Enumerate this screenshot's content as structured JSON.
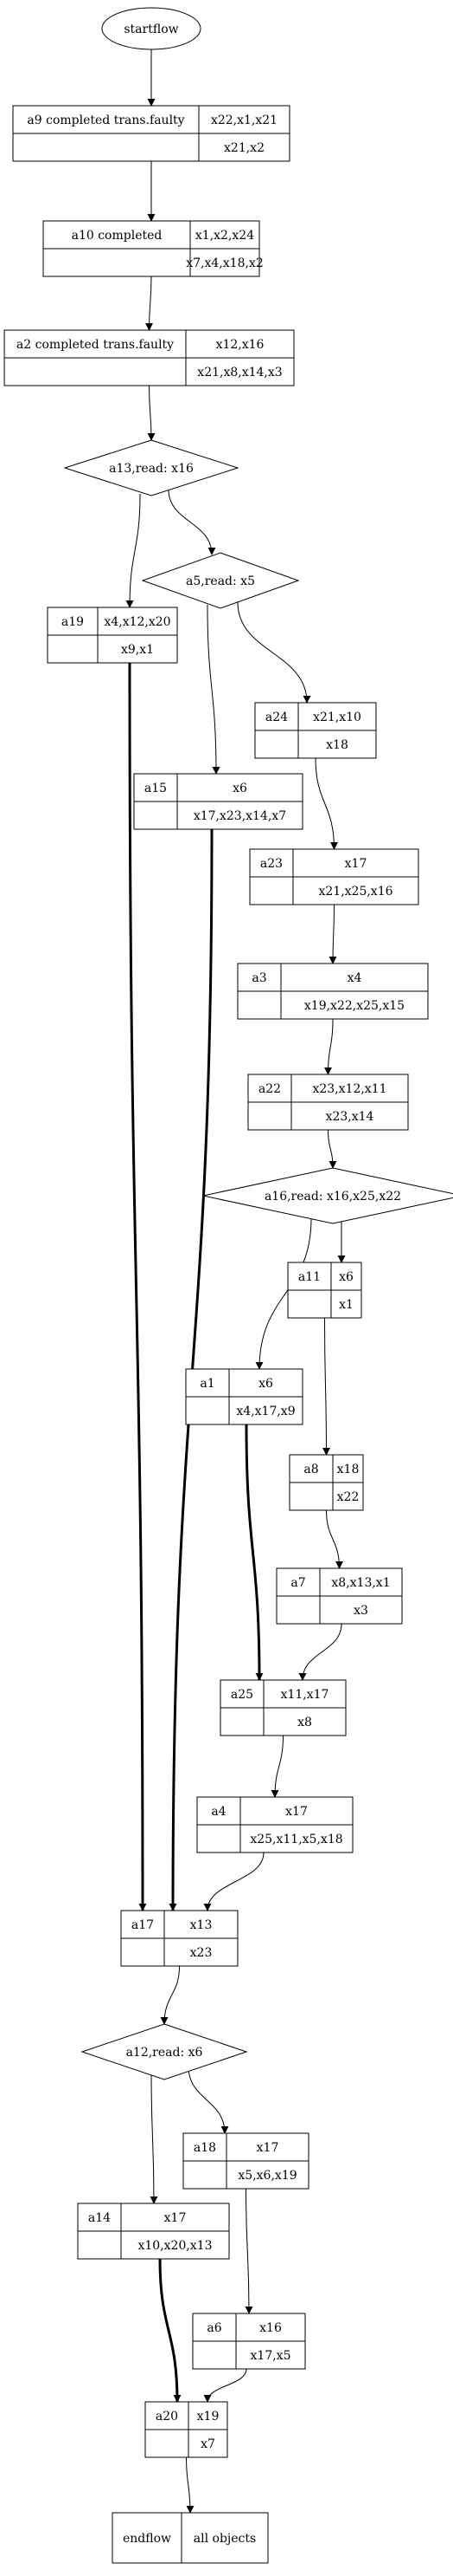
{
  "start": {
    "label": "startflow"
  },
  "end": {
    "name": "endflow",
    "objects": "all objects"
  },
  "records": [
    {
      "id": "a9",
      "name": "a9 completed trans.faulty",
      "top": "x22,x1,x21",
      "bottom": "x21,x2"
    },
    {
      "id": "a10",
      "name": "a10 completed",
      "top": "x1,x2,x24",
      "bottom": "x7,x4,x18,x2"
    },
    {
      "id": "a2",
      "name": "a2 completed trans.faulty",
      "top": "x12,x16",
      "bottom": "x21,x8,x14,x3"
    },
    {
      "id": "a19",
      "name": "a19",
      "top": "x4,x12,x20",
      "bottom": "x9,x1"
    },
    {
      "id": "a24",
      "name": "a24",
      "top": "x21,x10",
      "bottom": "x18"
    },
    {
      "id": "a15",
      "name": "a15",
      "top": "x6",
      "bottom": "x17,x23,x14,x7"
    },
    {
      "id": "a23",
      "name": "a23",
      "top": "x17",
      "bottom": "x21,x25,x16"
    },
    {
      "id": "a3",
      "name": "a3",
      "top": "x4",
      "bottom": "x19,x22,x25,x15"
    },
    {
      "id": "a22",
      "name": "a22",
      "top": "x23,x12,x11",
      "bottom": "x23,x14"
    },
    {
      "id": "a11",
      "name": "a11",
      "top": "x6",
      "bottom": "x1"
    },
    {
      "id": "a1",
      "name": "a1",
      "top": "x6",
      "bottom": "x4,x17,x9"
    },
    {
      "id": "a8",
      "name": "a8",
      "top": "x18",
      "bottom": "x22"
    },
    {
      "id": "a7",
      "name": "a7",
      "top": "x8,x13,x1",
      "bottom": "x3"
    },
    {
      "id": "a25",
      "name": "a25",
      "top": "x11,x17",
      "bottom": "x8"
    },
    {
      "id": "a4",
      "name": "a4",
      "top": "x17",
      "bottom": "x25,x11,x5,x18"
    },
    {
      "id": "a17",
      "name": "a17",
      "top": "x13",
      "bottom": "x23"
    },
    {
      "id": "a18",
      "name": "a18",
      "top": "x17",
      "bottom": "x5,x6,x19"
    },
    {
      "id": "a14",
      "name": "a14",
      "top": "x17",
      "bottom": "x10,x20,x13"
    },
    {
      "id": "a6",
      "name": "a6",
      "top": "x16",
      "bottom": "x17,x5"
    },
    {
      "id": "a20",
      "name": "a20",
      "top": "x19",
      "bottom": "x7"
    }
  ],
  "decisions": [
    {
      "id": "a13",
      "label": "a13,read: x16"
    },
    {
      "id": "a5",
      "label": "a5,read: x5"
    },
    {
      "id": "a16",
      "label": "a16,read: x16,x25,x22"
    },
    {
      "id": "a12",
      "label": "a12,read: x6"
    }
  ],
  "edges": [
    {
      "from": "start",
      "to": "a9"
    },
    {
      "from": "a9",
      "to": "a10"
    },
    {
      "from": "a10",
      "to": "a2"
    },
    {
      "from": "a2",
      "to": "a13"
    },
    {
      "from": "a13",
      "to": "a19"
    },
    {
      "from": "a13",
      "to": "a5"
    },
    {
      "from": "a5",
      "to": "a24"
    },
    {
      "from": "a5",
      "to": "a15"
    },
    {
      "from": "a24",
      "to": "a23"
    },
    {
      "from": "a23",
      "to": "a3"
    },
    {
      "from": "a3",
      "to": "a22"
    },
    {
      "from": "a22",
      "to": "a16"
    },
    {
      "from": "a16",
      "to": "a11"
    },
    {
      "from": "a16",
      "to": "a1"
    },
    {
      "from": "a11",
      "to": "a8"
    },
    {
      "from": "a8",
      "to": "a7"
    },
    {
      "from": "a7",
      "to": "a25"
    },
    {
      "from": "a1",
      "to": "a25",
      "bold": true
    },
    {
      "from": "a25",
      "to": "a4"
    },
    {
      "from": "a4",
      "to": "a17"
    },
    {
      "from": "a19",
      "to": "a17",
      "bold": true
    },
    {
      "from": "a15",
      "to": "a17",
      "bold": true
    },
    {
      "from": "a17",
      "to": "a12"
    },
    {
      "from": "a12",
      "to": "a18"
    },
    {
      "from": "a12",
      "to": "a14"
    },
    {
      "from": "a18",
      "to": "a6"
    },
    {
      "from": "a6",
      "to": "a20"
    },
    {
      "from": "a14",
      "to": "a20",
      "bold": true
    },
    {
      "from": "a20",
      "to": "end"
    }
  ]
}
